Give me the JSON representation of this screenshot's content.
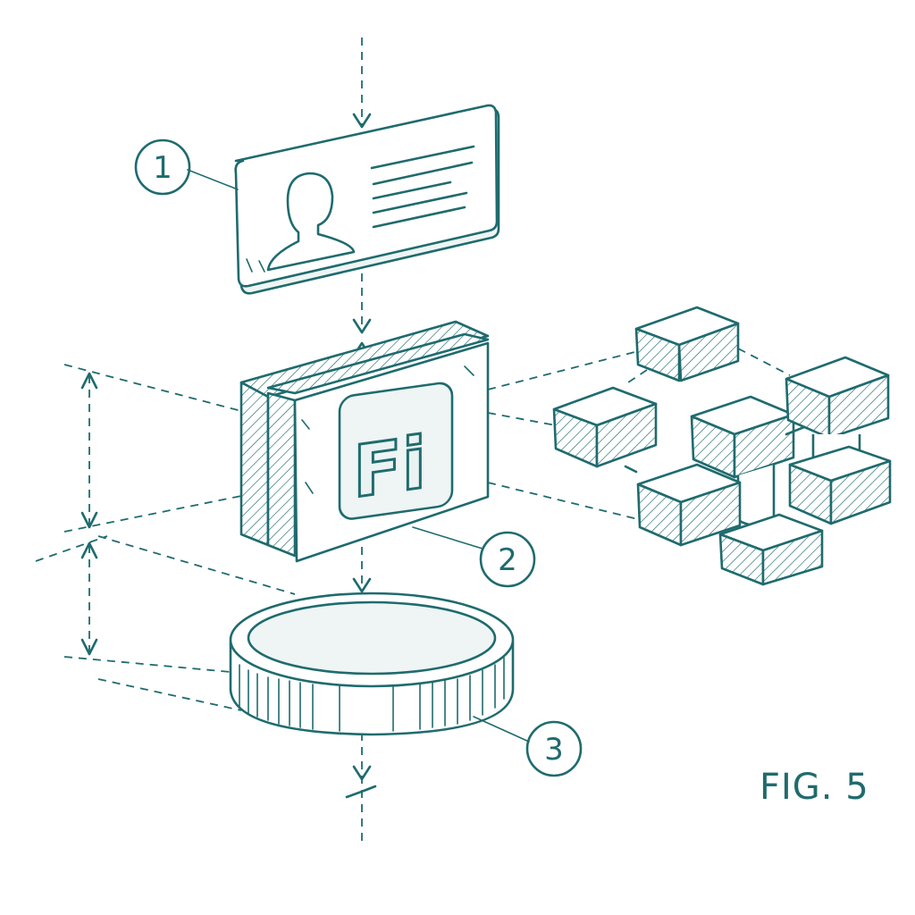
{
  "callouts": {
    "one": "1",
    "two": "2",
    "three": "3"
  },
  "logo_text": "Fi",
  "figure_label": "FIG. 5",
  "colors": {
    "ink": "#1f6b6e",
    "background": "#ffffff"
  },
  "icons": [
    "user-silhouette-icon",
    "arrow-down-icon"
  ]
}
